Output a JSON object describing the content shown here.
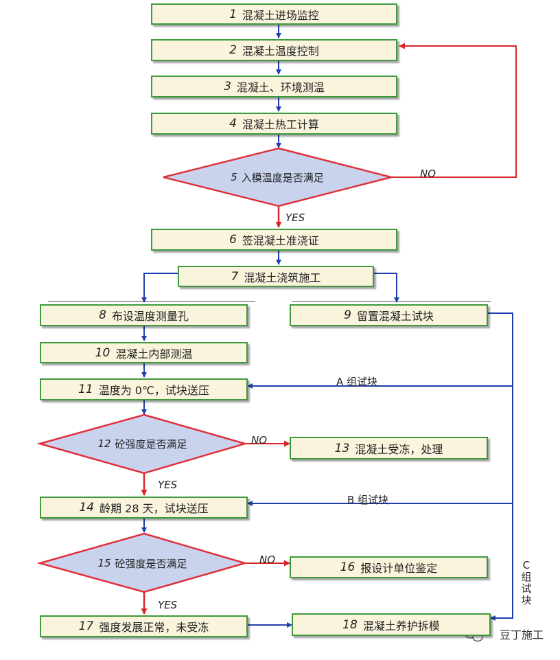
{
  "steps": {
    "s1": {
      "num": "1",
      "text": "混凝土进场监控"
    },
    "s2": {
      "num": "2",
      "text": "混凝土温度控制"
    },
    "s3": {
      "num": "3",
      "text": "混凝土、环境测温"
    },
    "s4": {
      "num": "4",
      "text": "混凝土热工计算"
    },
    "s5": {
      "num": "5",
      "text": "入模温度是否满足"
    },
    "s6": {
      "num": "6",
      "text": "签混凝土准浇证"
    },
    "s7": {
      "num": "7",
      "text": "混凝土浇筑施工"
    },
    "s8": {
      "num": "8",
      "text": "布设温度测量孔"
    },
    "s9": {
      "num": "9",
      "text": "留置混凝土试块"
    },
    "s10": {
      "num": "10",
      "text": "混凝土内部测温"
    },
    "s11": {
      "num": "11",
      "text": "温度为 0℃，试块送压"
    },
    "s12": {
      "num": "12",
      "text": "砼强度是否满足"
    },
    "s13": {
      "num": "13",
      "text": "混凝土受冻，处理"
    },
    "s14": {
      "num": "14",
      "text": "龄期 28 天，试块送压"
    },
    "s15": {
      "num": "15",
      "text": "砼强度是否满足"
    },
    "s16": {
      "num": "16",
      "text": "报设计单位鉴定"
    },
    "s17": {
      "num": "17",
      "text": "强度发展正常，未受冻"
    },
    "s18": {
      "num": "18",
      "text": "混凝土养护拆模"
    }
  },
  "labels": {
    "no": "NO",
    "yes": "YES",
    "group_a": "A 组试块",
    "group_b": "B 组试块",
    "group_c": "C组试块"
  },
  "watermark": "豆丁施工",
  "colors": {
    "box_fill": "#fbf4dd",
    "box_border": "#3c9a3c",
    "diamond_fill": "#c9d3ee",
    "diamond_border": "#e0303a",
    "blue_arrow": "#1f3fb0",
    "red_arrow": "#d8262a"
  }
}
